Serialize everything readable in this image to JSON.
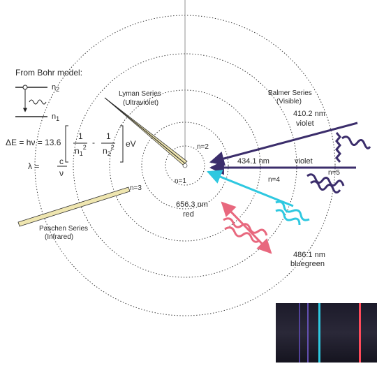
{
  "bohr_header": "From Bohr model:",
  "level_labels": {
    "n2": "n",
    "n2_sub": "2",
    "n1": "n",
    "n1_sub": "1"
  },
  "equations": {
    "energy_prefix": "ΔE = hν = 13.6",
    "frac_one": "1",
    "n": "n",
    "sub_1": "1",
    "sub_2": "2",
    "sq": "2",
    "minus": "-",
    "unit": "eV",
    "lambda_lhs": "λ =",
    "c": "c",
    "nu": "ν"
  },
  "orbits": {
    "n1": "n=1",
    "n2": "n=2",
    "n3": "n=3",
    "n4": "n=4",
    "n5": "n=5"
  },
  "series": {
    "lyman": {
      "name": "Lyman Series",
      "type": "(Ultraviolet)"
    },
    "balmer": {
      "name": "Balmer Series",
      "type": "(Visible)"
    },
    "paschen": {
      "name": "Paschen Series",
      "type": "(Infrared)"
    }
  },
  "lines": [
    {
      "wavelength": "410.2 nm",
      "color_name": "violet",
      "color": "#3b2d6b"
    },
    {
      "wavelength": "434.1 nm",
      "color_name": "violet",
      "color": "#3b2d6b"
    },
    {
      "wavelength": "486.1 nm",
      "color_name": "bluegreen",
      "color": "#2ec8e0"
    },
    {
      "wavelength": "656.3 nm",
      "color_name": "red",
      "color": "#e8687e"
    }
  ],
  "colors": {
    "violet": "#3b2d6b",
    "cyan": "#2ec8e0",
    "red": "#e8687e",
    "lyman_fill": "#efe6b0"
  }
}
